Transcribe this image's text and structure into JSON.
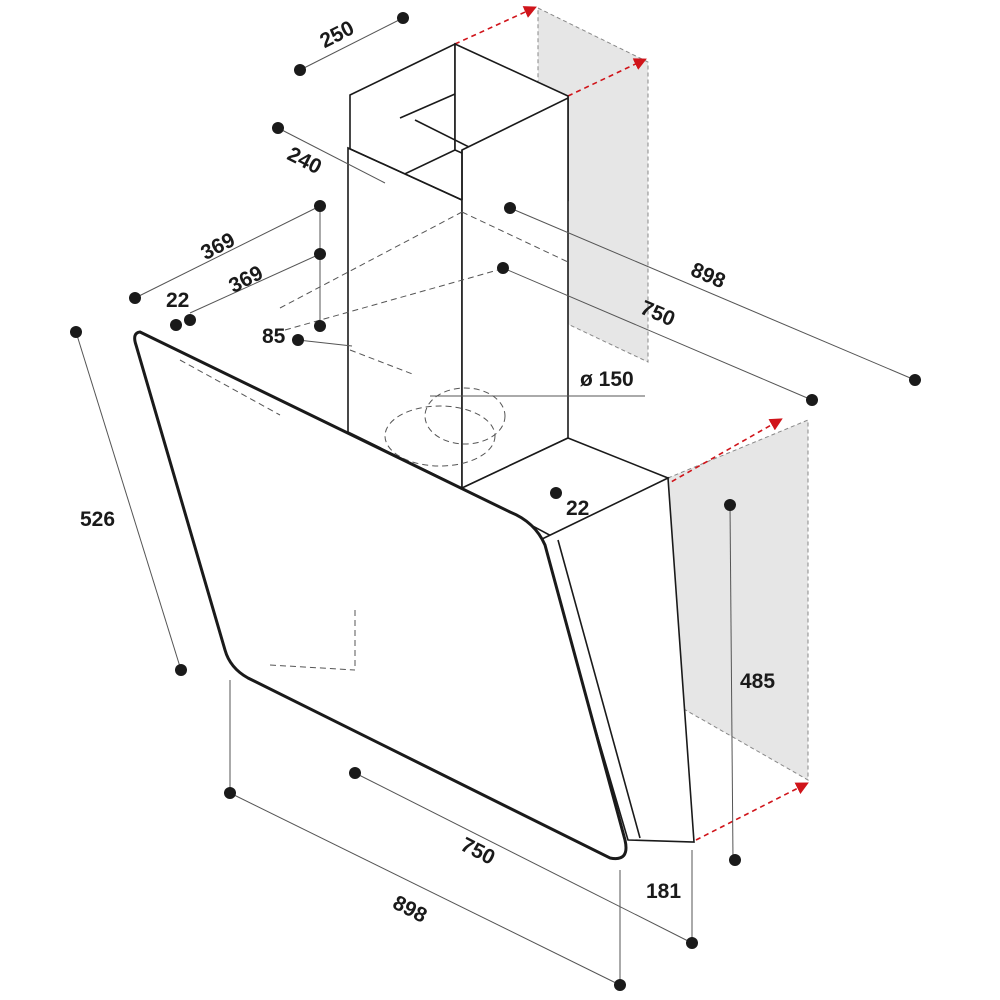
{
  "diagram": {
    "accent_color": "#d0141a",
    "wall_color": "#e6e6e6",
    "line_color": "#1a1a1a",
    "dimensions": {
      "chimney_width": "250",
      "chimney_depth": "240",
      "bracket_offset_upper": "369",
      "bracket_offset_lower": "369",
      "glass_edge": "22",
      "side_edge": "22",
      "bracket_inset": "85",
      "duct_diameter": "ø 150",
      "overall_depth": "898",
      "inner_depth": "750",
      "hood_height": "526",
      "side_height": "485",
      "bottom_inner_width": "750",
      "bottom_overall_width": "898",
      "bottom_depth": "181"
    }
  }
}
